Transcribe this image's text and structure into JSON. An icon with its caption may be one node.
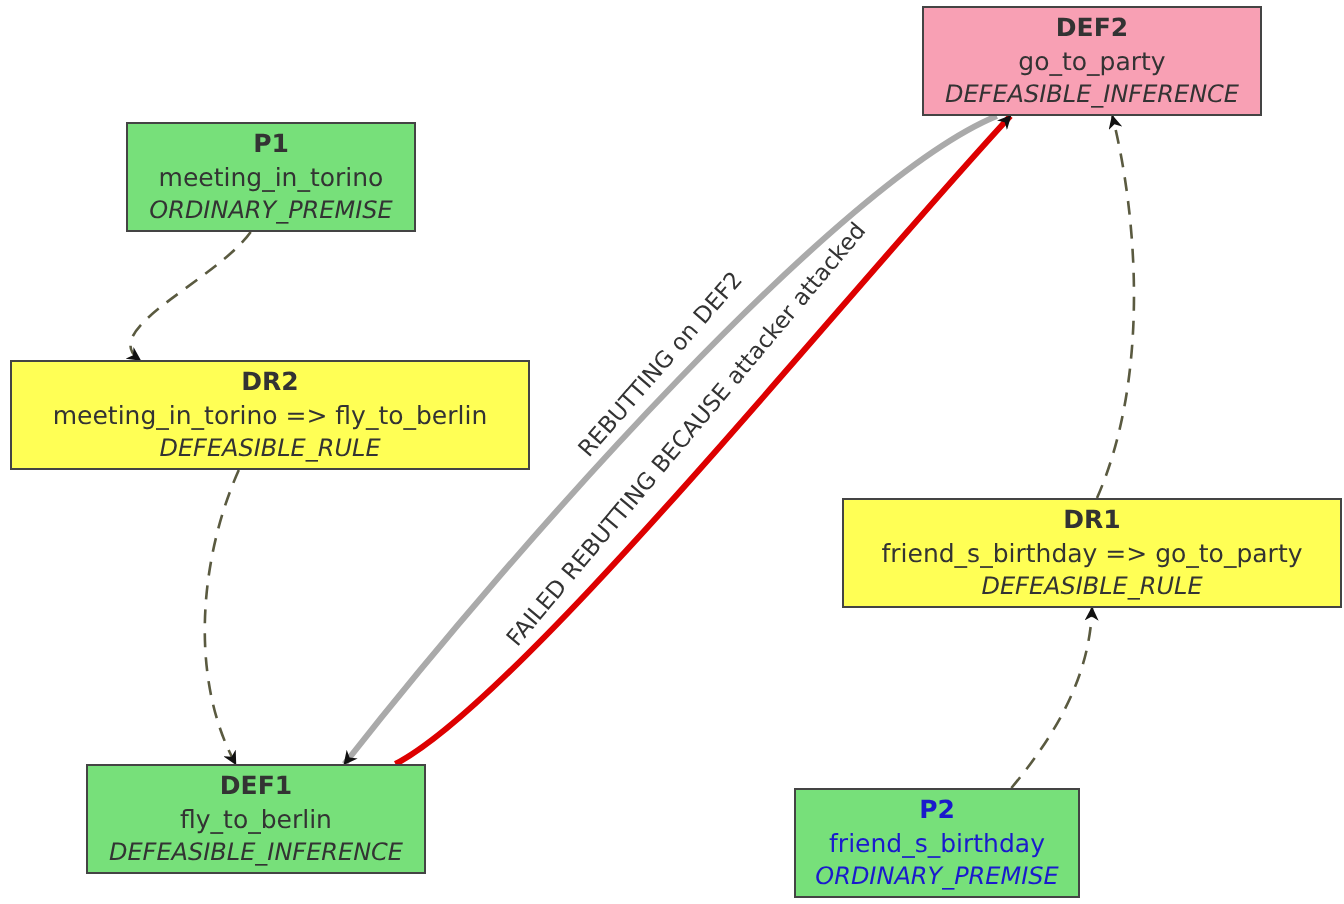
{
  "diagram": {
    "nodes": [
      {
        "text": [
          "DEF2",
          "go_to_party",
          "DEFEASIBLE_INFERENCE"
        ]
      },
      {
        "text": [
          "P1",
          "meeting_in_torino",
          "ORDINARY_PREMISE"
        ]
      },
      {
        "text": [
          "DR2",
          "meeting_in_torino => fly_to_berlin",
          "DEFEASIBLE_RULE"
        ]
      },
      {
        "text": [
          "DR1",
          "friend_s_birthday => go_to_party",
          "DEFEASIBLE_RULE"
        ]
      },
      {
        "text": [
          "DEF1",
          "fly_to_berlin",
          "DEFEASIBLE_INFERENCE"
        ]
      },
      {
        "text": [
          "P2",
          "friend_s_birthday",
          "ORDINARY_PREMISE"
        ]
      }
    ],
    "edges": [
      {
        "from": 1,
        "to": 2,
        "arrow": "to",
        "style": "dashed"
      },
      {
        "from": 2,
        "to": 4,
        "arrow": "to",
        "style": "dashed"
      },
      {
        "from": 0,
        "to": 4,
        "arrow": "to",
        "style": "thick",
        "color": "#aaaaaa",
        "label": "REBUTTING on DEF2"
      },
      {
        "from": 4,
        "to": 0,
        "arrow": "to",
        "style": "thick",
        "color": "#dd0000",
        "label": "FAILED REBUTTING BECAUSE attacker attacked"
      },
      {
        "from": 5,
        "to": 3,
        "arrow": "to",
        "style": "dashed"
      },
      {
        "from": 3,
        "to": 0,
        "arrow": "to",
        "style": "dashed"
      }
    ]
  }
}
